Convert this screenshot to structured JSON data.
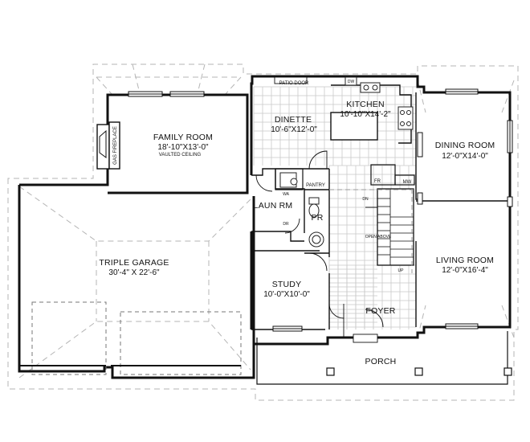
{
  "plan": {
    "rooms": [
      {
        "id": "family",
        "name": "FAMILY ROOM",
        "dims": "18'-10\"X13'-0\"",
        "note": "VAULTED CEILING"
      },
      {
        "id": "dinette",
        "name": "DINETTE",
        "dims": "10'-6\"X12'-0\""
      },
      {
        "id": "kitchen",
        "name": "KITCHEN",
        "dims": "10'-10\"X14'-2\""
      },
      {
        "id": "dining",
        "name": "DINING ROOM",
        "dims": "12'-0\"X14'-0\""
      },
      {
        "id": "living",
        "name": "LIVING ROOM",
        "dims": "12'-0\"X16'-4\""
      },
      {
        "id": "garage",
        "name": "TRIPLE GARAGE",
        "dims": "30'-4\" X 22'-6\""
      },
      {
        "id": "study",
        "name": "STUDY",
        "dims": "10'-0\"X10'-0\""
      },
      {
        "id": "laundry",
        "name": "LAUN RM"
      },
      {
        "id": "powder",
        "name": "PR"
      },
      {
        "id": "foyer",
        "name": "FOYER"
      },
      {
        "id": "porch",
        "name": "PORCH"
      }
    ],
    "labels": {
      "patio_door": "PATIO DOOR",
      "gas_fireplace": "GAS FIREPLACE",
      "pantry": "PANTRY",
      "fridge": "FR",
      "microwave": "MW",
      "down": "DN",
      "up": "UP",
      "open_above": "OPEN ABOVE",
      "washer": "WA",
      "dryer": "DR",
      "dishwasher": "DW"
    }
  }
}
